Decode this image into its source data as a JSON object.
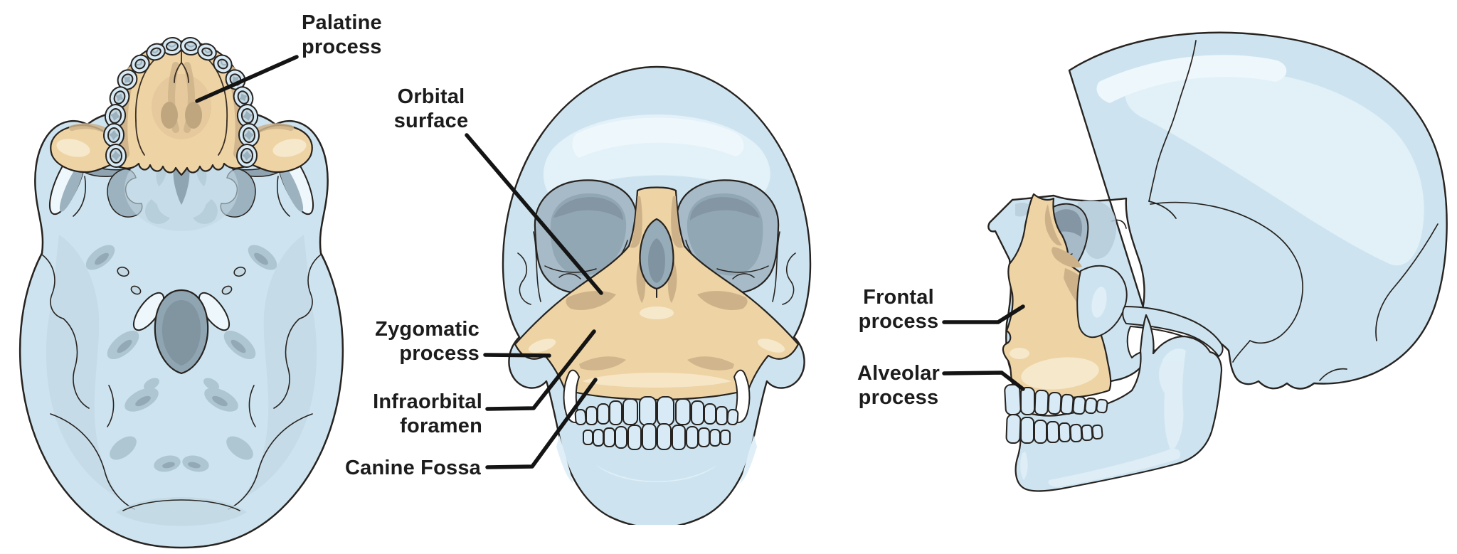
{
  "figure": {
    "background": "#ffffff",
    "labels": {
      "palatine_process": "Palatine\nprocess",
      "orbital_surface": "Orbital\nsurface",
      "zygomatic_process": "Zygomatic\nprocess",
      "infraorbital_foramen": "Infraorbital\nforamen",
      "canine_fossa": "Canine Fossa",
      "frontal_process": "Frontal\nprocess",
      "alveolar_process": "Alveolar\nprocess"
    },
    "colors": {
      "bone_blue": "#cde4f0",
      "bone_blue_highlight": "#e3f1f8",
      "bone_blue_pale": "#eef7fb",
      "bone_shadow": "#aec5d2",
      "deep_shadow": "#8fa3b0",
      "orbit_gray": "#a6bac7",
      "orbit_gray_dark": "#8496a4",
      "maxilla_tan": "#eed3a4",
      "maxilla_tan_dark": "#cdb189",
      "maxilla_tan_pale": "#f6e8ca",
      "tooth_blue": "#d7eaf5",
      "outline": "#272320",
      "label_text": "#1c1c1c",
      "leader_line": "#141414"
    }
  }
}
